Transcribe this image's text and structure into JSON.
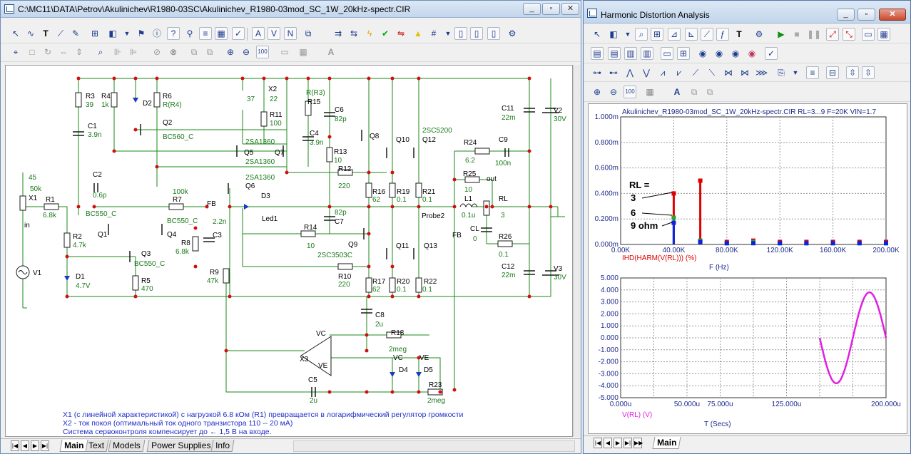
{
  "schematic_window": {
    "title": "C:\\MC11\\DATA\\Petrov\\Akulinichev\\R1980-03SC\\Akulinichev_R1980-03mod_SC_1W_20kHz-spectr.CIR",
    "components": {
      "r3": "R3",
      "r3v": "39",
      "r4": "R4",
      "r4v": "1k",
      "d2": "D2",
      "r6": "R6",
      "r6v": "R(R4)",
      "c1": "C1",
      "c1v": "3.9n",
      "q2": "Q2",
      "q2m": "BC560_C",
      "x2": "X2",
      "x2a": "37",
      "x2b": "22",
      "r11": "R11",
      "r11v": "100",
      "r15a": "R(R3)",
      "r15": "R15",
      "c6": "C6",
      "c6v": "82p",
      "c4": "C4",
      "c4v": "3.9n",
      "q5m": "2SA1360",
      "q5": "Q5",
      "q7": "Q7",
      "q7m": "2SA1360",
      "q6m": "2SA1360",
      "q6": "Q6",
      "r13": "R13",
      "r13v": "10",
      "r12": "R12",
      "r12v": "220",
      "q8": "Q8",
      "q10": "Q10",
      "q12m": "2SC5200",
      "q12": "Q12",
      "r24": "R24",
      "r24v": "6.2",
      "c9": "C9",
      "c9v": "100n",
      "c11": "C11",
      "c11v": "22m",
      "v2": "V2",
      "v2v": "30V",
      "r25": "R25",
      "r25v": "10",
      "out": "out",
      "l1": "L1",
      "l1v": "0.1u",
      "rl": "RL",
      "rlv": "3",
      "cl": "CL",
      "clv": "0",
      "r26": "R26",
      "r26v": "0.1",
      "c12": "C12",
      "c12v": "22m",
      "v3": "V3",
      "v3v": "30V",
      "r16": "R16",
      "r16v": "62",
      "r19": "R19",
      "r19v": "0.1",
      "r21": "R21",
      "r21v": "0.1",
      "probe2": "Probe2",
      "fb1": "FB",
      "fb2": "FB",
      "x1v": "45",
      "x1": "X1",
      "x1r": "50k",
      "r1": "R1",
      "r1v": "6.8k",
      "inp": "in",
      "c2": "C2",
      "c2v": "0.6p",
      "r7": "R7",
      "r7v": "100k",
      "d3": "D3",
      "led": "Led1",
      "c7a": "82p",
      "c7": "C7",
      "q1m": "BC550_C",
      "q1": "Q1",
      "q4m": "BC550_C",
      "q4": "Q4",
      "r2": "R2",
      "r2v": "4.7k",
      "q3": "Q3",
      "q3m": "BC550_C",
      "r8": "R8",
      "r8v": "6.8k",
      "c3v": "2.2n",
      "c3": "C3",
      "r14": "R14",
      "r14v": "10",
      "q9": "Q9",
      "q9m": "2SC3503C",
      "q11": "Q11",
      "q13": "Q13",
      "r10": "R10",
      "r10v": "220",
      "r17": "R17",
      "r17v": "62",
      "r20": "R20",
      "r20v": "0.1",
      "r22": "R22",
      "r22v": "0.1",
      "r9": "R9",
      "r9v": "47k",
      "v1": "V1",
      "d1": "D1",
      "d1v": "4.7V",
      "r5": "R5",
      "r5v": "470",
      "c8": "C8",
      "c8v": "2u",
      "r18": "R18",
      "r18v": "2meg",
      "vc1": "VC",
      "ve1": "VE",
      "x3": "X3",
      "vc2": "VC",
      "ve2": "VE",
      "d4": "D4",
      "d5": "D5",
      "c5": "C5",
      "c5v": "2u",
      "r23": "R23",
      "r23v": "2meg"
    },
    "notes": [
      "X1 (с линейной характеристикой) с нагрузкой 6.8 кОм (R1) превращается в логарифмический регулятор громкости",
      "X2 - ток покоя (оптимальный ток одного транзистора 110 -- 20 мА)",
      "Система сервоконтроля компенсирует до ← 1,5 В на входе."
    ],
    "tabs": [
      "Main",
      "Text",
      "Models",
      "Power Supplies",
      "Info"
    ],
    "active_tab": "Main"
  },
  "analysis_window": {
    "title": "Harmonic Distortion Analysis",
    "tabs": [
      "Main"
    ],
    "top_plot": {
      "header": "Akulinichev_R1980-03mod_SC_1W_20kHz-spectr.CIR RL=3...9 F=20K VIN=1.7",
      "ylabel": "IHD(HARM(V(RL))) (%)",
      "xlabel": "F (Hz)",
      "y_ticks": [
        "0.000m",
        "0.200m",
        "0.400m",
        "0.600m",
        "0.800m",
        "1.000m"
      ],
      "x_ticks": [
        "0.00K",
        "40.00K",
        "80.00K",
        "120.00K",
        "160.00K",
        "200.00K"
      ],
      "annotations": [
        "RL =",
        "3",
        "6",
        "9 ohm"
      ]
    },
    "bottom_plot": {
      "ylabel": "V(RL) (V)",
      "xlabel": "T (Secs)",
      "y_ticks": [
        "-5.000",
        "-4.000",
        "-3.000",
        "-2.000",
        "-1.000",
        "0.000",
        "1.000",
        "2.000",
        "3.000",
        "4.000",
        "5.000"
      ],
      "x_ticks": [
        "0.000u",
        "50.000u",
        "75.000u",
        "125.000u",
        "200.000u"
      ]
    }
  },
  "chart_data": [
    {
      "type": "bar",
      "title": "Akulinichev_R1980-03mod_SC_1W_20kHz-spectr.CIR RL=3...9 F=20K VIN=1.7",
      "xlabel": "F (Hz)",
      "ylabel": "IHD(HARM(V(RL))) (%)",
      "xlim": [
        0,
        200000
      ],
      "ylim": [
        0,
        0.001
      ],
      "grid": true,
      "x": [
        20000,
        40000,
        60000,
        80000,
        100000,
        120000,
        140000,
        160000,
        180000,
        200000
      ],
      "series": [
        {
          "name": "3",
          "color": "#e00000",
          "values": [
            0.0,
            0.0004,
            0.0005,
            2e-05,
            3e-05,
            2e-05,
            2e-05,
            2e-05,
            2e-05,
            2e-05
          ]
        },
        {
          "name": "6",
          "color": "#30a030",
          "values": [
            0.0,
            0.00021,
            3e-05,
            1e-05,
            2e-05,
            1e-05,
            1e-05,
            1e-05,
            1e-05,
            1e-05
          ]
        },
        {
          "name": "9 ohm",
          "color": "#1020e0",
          "values": [
            0.0,
            0.00017,
            2e-05,
            1e-05,
            1e-05,
            1e-05,
            1e-05,
            1e-05,
            1e-05,
            1e-05
          ]
        }
      ]
    },
    {
      "type": "line",
      "xlabel": "T (Secs)",
      "ylabel": "V(RL) (V)",
      "xlim": [
        0,
        0.0002
      ],
      "ylim": [
        -5,
        5
      ],
      "grid": true,
      "series": [
        {
          "name": "V(RL)",
          "color": "#e020e0",
          "x": [
            0.00015,
            0.000155,
            0.00016,
            0.000165,
            0.00017,
            0.000175,
            0.00018,
            0.000185,
            0.00019,
            0.000195,
            0.0002
          ],
          "values": [
            0.0,
            -2.35,
            -3.8,
            -3.8,
            -2.35,
            0.0,
            2.35,
            3.8,
            3.8,
            2.35,
            0.0
          ]
        }
      ]
    }
  ]
}
